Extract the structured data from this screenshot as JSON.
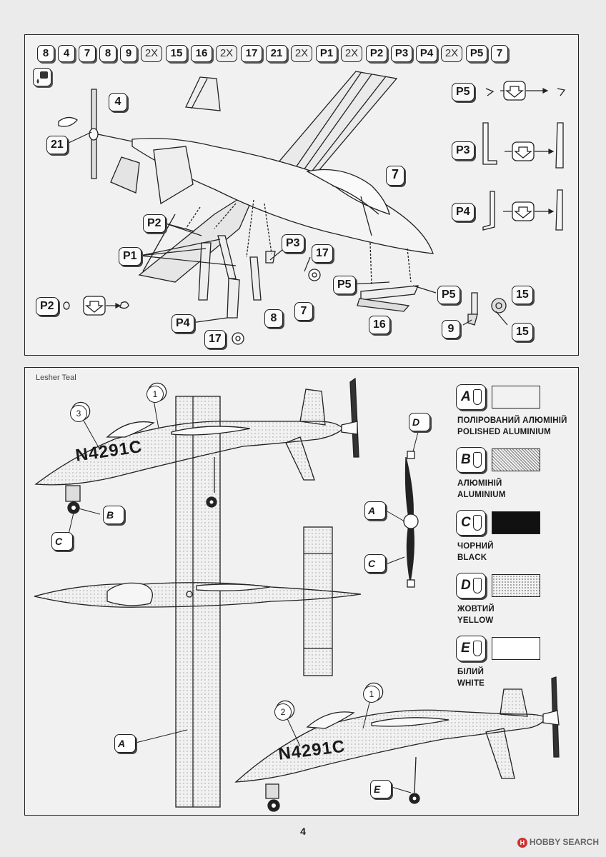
{
  "header_parts": [
    "8",
    "4",
    "7",
    "8",
    "9",
    "2X",
    "15",
    "16",
    "2X",
    "17",
    "21",
    "2X",
    "P1",
    "2X",
    "P2",
    "P3",
    "P4",
    "2X",
    "P5",
    "7"
  ],
  "assembly": {
    "callouts": {
      "part4": "4",
      "part21": "21",
      "part7": "7",
      "p2a": "P2",
      "p1": "P1",
      "p3": "P3",
      "p17a": "17",
      "p5a": "P5",
      "p5b": "P5",
      "part15a": "15",
      "part15b": "15",
      "part9": "9",
      "part16": "16",
      "part8": "8",
      "part7b": "7",
      "p4": "P4",
      "p17b": "17",
      "p2b": "P2",
      "detail_p5": "P5",
      "detail_p3": "P3",
      "detail_p4": "P4"
    }
  },
  "painting": {
    "title": "Lesher Teal",
    "registration": "N4291C",
    "decal_numbers": {
      "d1_top": "1",
      "d3": "3",
      "d1_bottom": "1",
      "d2": "2"
    },
    "colors": [
      {
        "code": "A",
        "name_ua": "ПОЛІРОВАНИЙ АЛЮМІНІЙ",
        "name_en": "POLISHED ALUMINIUM",
        "fill": "#f2f2f2"
      },
      {
        "code": "B",
        "name_ua": "АЛЮМІНІЙ",
        "name_en": "ALUMINIUM",
        "fill": "#d6d6d6"
      },
      {
        "code": "C",
        "name_ua": "ЧОРНИЙ",
        "name_en": "BLACK",
        "fill": "#111111"
      },
      {
        "code": "D",
        "name_ua": "ЖОВТИЙ",
        "name_en": "YELLOW",
        "fill": "#e3e3e3"
      },
      {
        "code": "E",
        "name_ua": "БІЛИЙ",
        "name_en": "WHITE",
        "fill": "#ffffff"
      }
    ],
    "callout_codes": {
      "b_side": "B",
      "c_side": "C",
      "a_prop": "A",
      "c_prop": "C",
      "d_prop": "D",
      "a_wing": "A",
      "e_side": "E"
    }
  },
  "page_number": "4",
  "watermark": "HOBBY SEARCH"
}
